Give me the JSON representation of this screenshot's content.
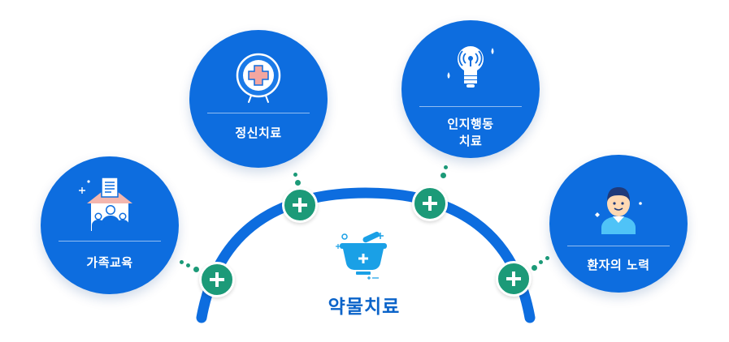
{
  "diagram": {
    "center_label": "약물치료",
    "nodes": [
      {
        "label": "가족교육",
        "icon": "family-house-icon"
      },
      {
        "label": "정신치료",
        "icon": "medical-cross-badge-icon"
      },
      {
        "label_lines": [
          "인지행동",
          "치료"
        ],
        "icon": "lightbulb-idea-icon"
      },
      {
        "label": "환자의 노력",
        "icon": "patient-person-icon"
      }
    ],
    "connector_icon": "plus-icon",
    "colors": {
      "circle": "#0d6ddf",
      "arc": "#0d6ddf",
      "plus": "#1c9a78",
      "title": "#0a63c9"
    }
  }
}
